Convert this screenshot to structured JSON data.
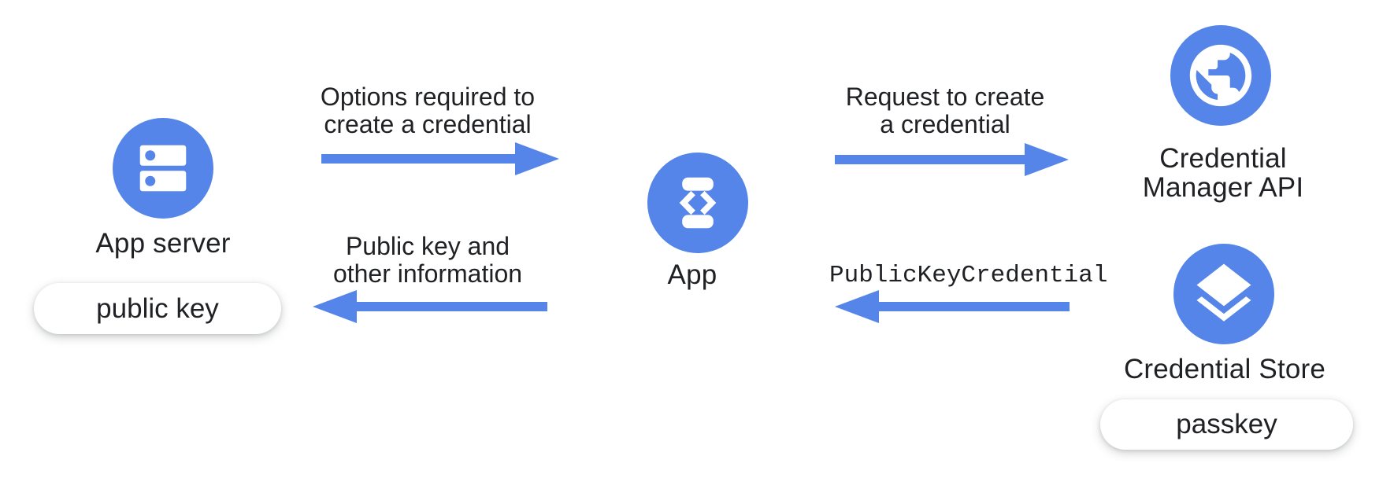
{
  "colors": {
    "accent_blue": "#5585E8",
    "text_dark": "#202124",
    "badge_bg": "#ffffff",
    "page_bg": "#ffffff"
  },
  "nodes": {
    "app_server": {
      "label": "App server",
      "icon": "server-icon",
      "badge": "public key"
    },
    "app": {
      "label": "App",
      "icon": "phone-code-icon"
    },
    "credential_manager_api": {
      "label_line1": "Credential",
      "label_line2": "Manager API",
      "icon": "globe-icon"
    },
    "credential_store": {
      "label": "Credential Store",
      "icon": "layers-icon",
      "badge": "passkey"
    }
  },
  "flows": {
    "options": {
      "line1": "Options required to",
      "line2": "create a credential",
      "direction": "right"
    },
    "request": {
      "line1": "Request to create",
      "line2": "a credential",
      "direction": "right"
    },
    "public_key_credential": {
      "label": "PublicKeyCredential",
      "direction": "left"
    },
    "public_key_info": {
      "line1": "Public key and",
      "line2": "other information",
      "direction": "left"
    }
  }
}
